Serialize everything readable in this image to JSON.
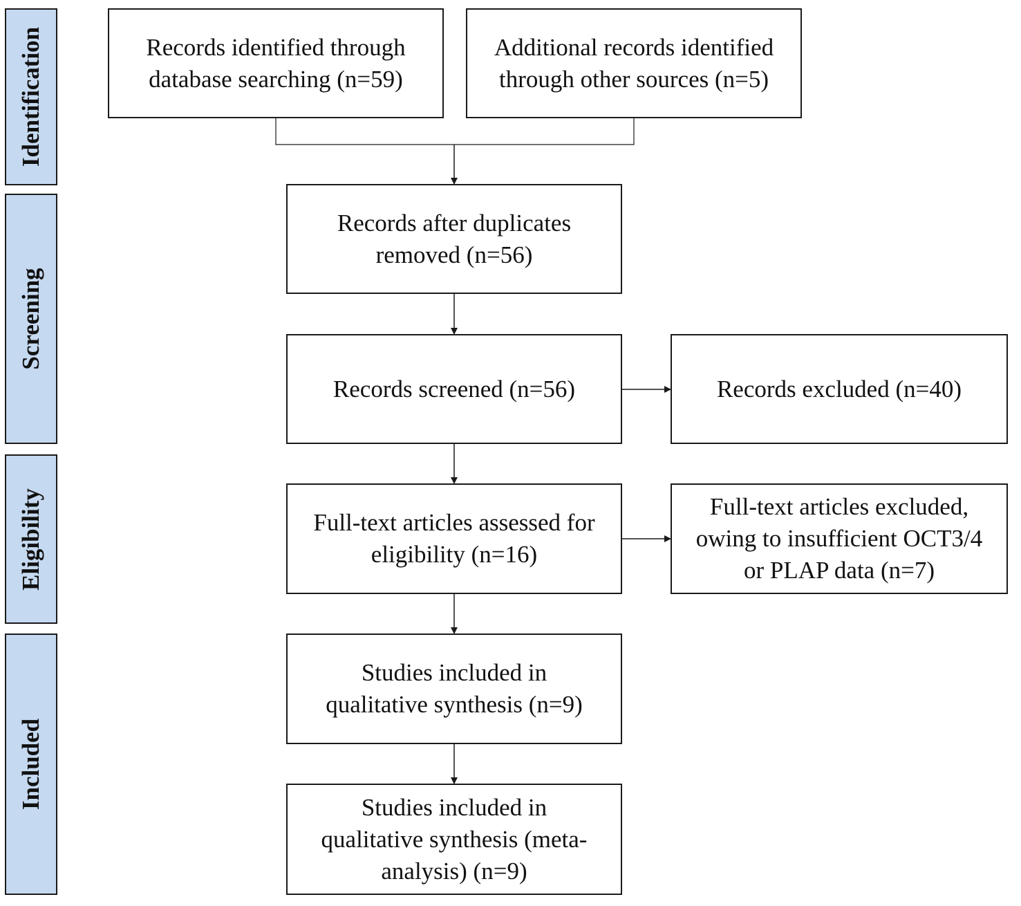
{
  "phases": {
    "identification": "Identification",
    "screening": "Screening",
    "eligibility": "Eligibility",
    "included": "Included"
  },
  "boxes": {
    "database_records": "Records identified through\ndatabase searching (n=59)",
    "other_records": "Additional records identified\nthrough other sources (n=5)",
    "after_duplicates": "Records after duplicates\nremoved (n=56)",
    "screened": "Records screened (n=56)",
    "excluded": "Records excluded (n=40)",
    "fulltext_assessed": "Full-text articles assessed for\neligibility (n=16)",
    "fulltext_excluded": "Full-text articles excluded,\nowing to insufficient OCT3/4\nor PLAP data (n=7)",
    "qualitative": "Studies included in\nqualitative synthesis (n=9)",
    "meta_analysis": "Studies included in\nqualitative synthesis (meta-\nanalysis) (n=9)"
  },
  "colors": {
    "phase_fill": "#c5d9f0",
    "border": "#1a1a1a",
    "text": "#111111"
  }
}
